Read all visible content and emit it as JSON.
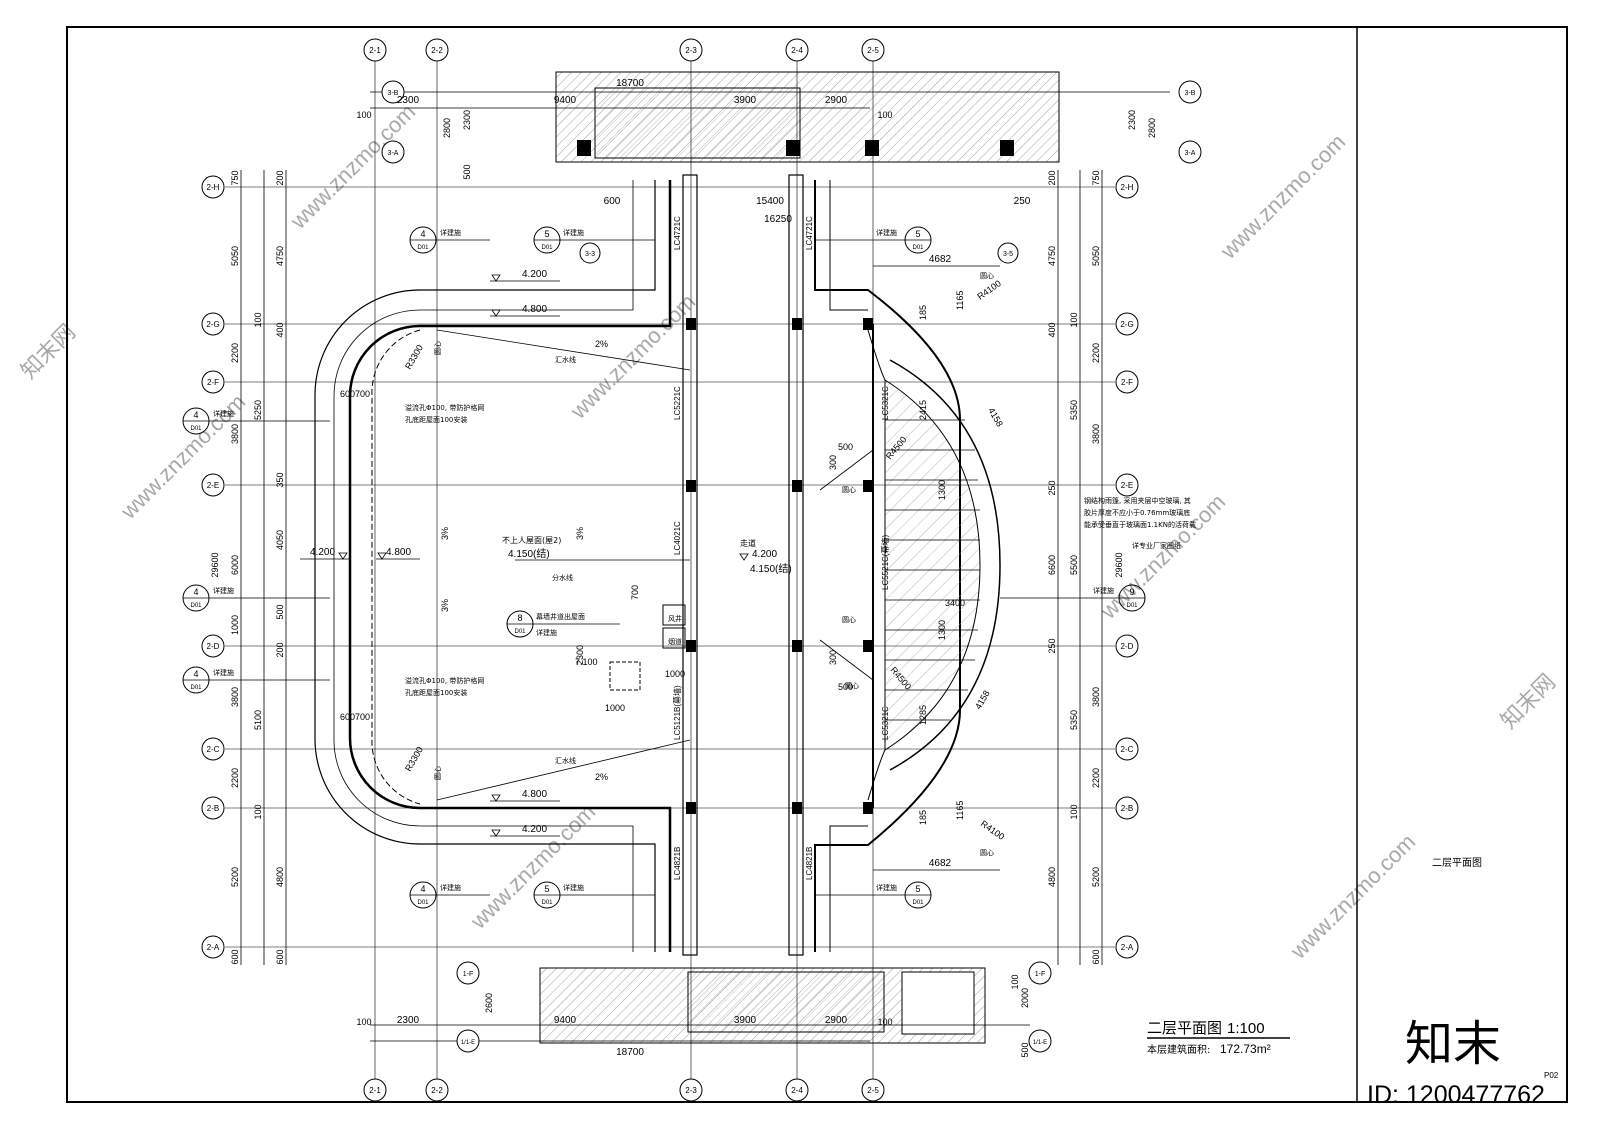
{
  "drawing": {
    "title": "二层平面图",
    "scale": "1:100",
    "area_label": "本层建筑面积:",
    "area_value": "172.73m²",
    "panel_title": "二层平面图",
    "sheet_no": "P02"
  },
  "watermark": {
    "site": "www.znzmo.com",
    "brand_cn": "知末网",
    "logo_text": "知末",
    "id_text": "ID: 1200477762"
  },
  "axes_x": [
    "2-1",
    "2-2",
    "2-3",
    "2-4",
    "2-5"
  ],
  "axes_y": [
    "2-H",
    "2-G",
    "2-F",
    "2-E",
    "2-D",
    "2-C",
    "2-B",
    "2-A"
  ],
  "axes_minor": [
    "3-B",
    "3-A",
    "1-F",
    "1/1-E",
    "3-3",
    "3-5"
  ],
  "dims_top": [
    "18700",
    "2300",
    "9400",
    "3900",
    "2900",
    "100",
    "100",
    "600",
    "15400",
    "16250",
    "250",
    "2800",
    "2300",
    "500",
    "2300",
    "2800"
  ],
  "dims_bottom": [
    "100",
    "2300",
    "9400",
    "3900",
    "2900",
    "100",
    "18700",
    "2600",
    "500",
    "2000",
    "100"
  ],
  "dims_left_outer": [
    "750",
    "5050",
    "2200",
    "5250",
    "3800",
    "6000",
    "1000",
    "3800",
    "5100",
    "2200",
    "5200",
    "600"
  ],
  "dims_left_inner": [
    "200",
    "4750",
    "400",
    "350",
    "4050",
    "500",
    "200",
    "4800",
    "600",
    "100",
    "100"
  ],
  "dims_total": "29600",
  "dims_right_outer": [
    "750",
    "5050",
    "2200",
    "5350",
    "3800",
    "5500",
    "3800",
    "5350",
    "2200",
    "5200",
    "600"
  ],
  "dims_right_inner": [
    "200",
    "4750",
    "400",
    "250",
    "6600",
    "250",
    "4800",
    "100",
    "100"
  ],
  "elevations": {
    "e1": "4.200",
    "e2": "4.800",
    "e3": "4.150(结)",
    "e4": "4.200",
    "e5": "4.150(结)"
  },
  "labels": {
    "slope": "2%",
    "slope3": "3%",
    "gutter": "汇水线",
    "divide": "分水线",
    "roof_note": "不上人屋面(屋2)",
    "corridor": "走道",
    "detail": "详建施",
    "detail_sheet": "D01",
    "circle_center": "圆心",
    "scupper_note": "溢流孔Φ100, 带防护格网",
    "scupper_note2": "孔底距屋面100安装",
    "shaft_note": "幕墙井道出屋面",
    "radius_r3300": "R3300",
    "radius_r4100": "R4100",
    "radius_r4500": "R4500",
    "dim_4682": "4682",
    "dim_1165": "1165",
    "dim_185": "185",
    "dim_2415": "2415",
    "dim_4158": "4158",
    "dim_3400": "3400",
    "dim_300": "300",
    "dim_500": "500",
    "dim_700": "700",
    "dim_600700": "600700",
    "dim_7100": "7.100",
    "dim_1000": "1000",
    "dim_2300": "2300",
    "dim_200": "200",
    "dim_1300": "1300",
    "dim_1285": "1285",
    "win_lc4721c": "LC4721C",
    "win_lc5221c": "LC5221C",
    "win_lc4021c": "LC4021C",
    "win_lc5121b": "LC5121B(幕墙)",
    "win_lc4821b": "LC4821B",
    "win_lc5321c": "LC5321C",
    "win_lc5521c": "LC5521C(幕墙)",
    "glass_note1": "钢结构雨篷, 采用夹层中空玻璃, 其",
    "glass_note2": "胶片厚度不应小于0.76mm玻璃底",
    "glass_note3": "能承受垂直于玻璃面1.1KN的活荷载",
    "glass_note4": "详专业厂家图纸",
    "shaft_a": "风井",
    "shaft_b": "烟道",
    "num4": "4",
    "num5": "5",
    "num8": "8",
    "num9": "9"
  }
}
